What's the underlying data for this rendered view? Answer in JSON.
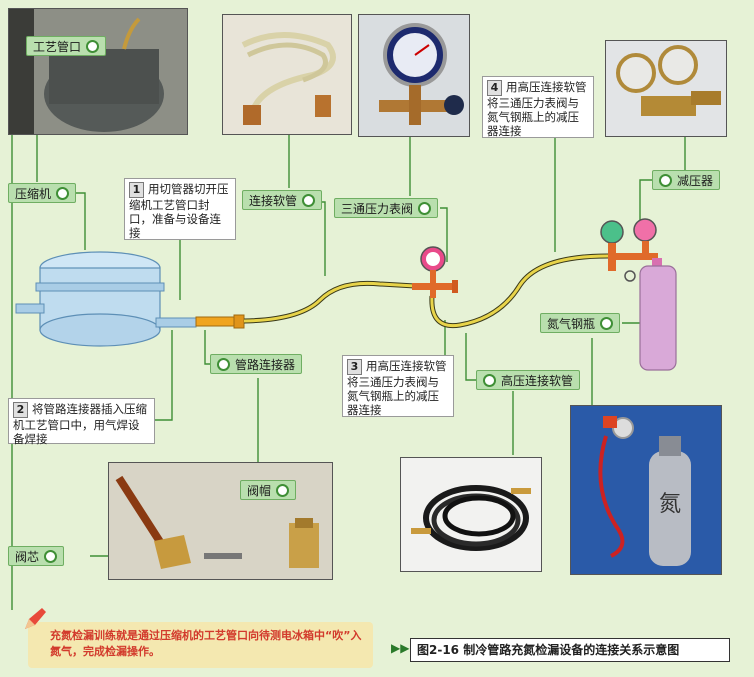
{
  "labels": {
    "process_port": "工艺管口",
    "compressor": "压缩机",
    "connect_hose": "连接软管",
    "three_way_gauge": "三通压力表阀",
    "reducer": "减压器",
    "nitrogen_bottle": "氮气钢瓶",
    "hp_hose": "高压连接软管",
    "pipe_connector": "管路连接器",
    "valve_cap": "阀帽",
    "valve_core": "阀芯"
  },
  "notes": {
    "n1": {
      "num": "1",
      "text": "用切管器切开压缩机工艺管口封口，准备与设备连接"
    },
    "n2": {
      "num": "2",
      "text": "将管路连接器插入压缩机工艺管口中，用气焊设备焊接"
    },
    "n3": {
      "num": "3",
      "text": "用高压连接软管将三通压力表阀与氮气钢瓶上的减压器连接"
    },
    "n4": {
      "num": "4",
      "text": "用高压连接软管将三通压力表阀与氮气钢瓶上的减压器连接"
    }
  },
  "bottle_char": "氮",
  "tip": "充氮检漏训练就是通过压缩机的工艺管口向待测电冰箱中“吹”入氮气，完成检漏操作。",
  "caption": {
    "arrow": "▶▶",
    "text": "图2-16  制冷管路充氮检漏设备的连接关系示意图"
  },
  "colors": {
    "label_bg": "#b9dfae",
    "label_border": "#6fae62",
    "connector_line": "#3f8f36",
    "hose": "#e8d44a",
    "tip_text": "#d23a2c"
  }
}
